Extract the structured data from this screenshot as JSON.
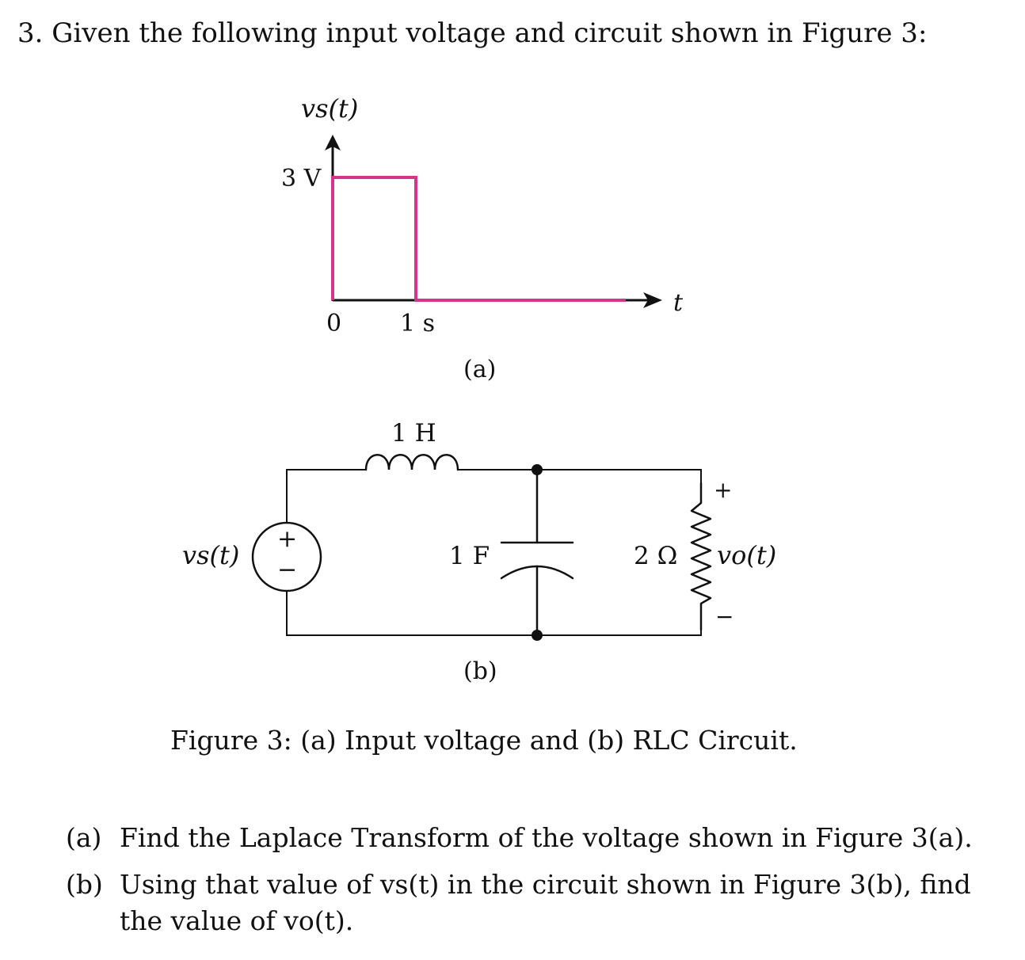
{
  "problem": {
    "heading": "3. Given the following input voltage and circuit shown in Figure 3:"
  },
  "figure_a": {
    "y_axis_label": "vs(t)",
    "x_axis_label": "t",
    "amplitude_label": "3 V",
    "tick_zero": "0",
    "tick_one": "1 s",
    "pulse_color": "#d6338a",
    "sublabel": "(a)",
    "signal": {
      "amplitude_V": 3,
      "start_s": 0,
      "end_s": 1
    }
  },
  "figure_b": {
    "source_label": "vs(t)",
    "inductor_label": "1 H",
    "capacitor_label": "1 F",
    "resistor_label": "2 Ω",
    "output_label": "vo(t)",
    "plus_sign": "+",
    "minus_sign": "−",
    "sublabel": "(b)"
  },
  "caption": "Figure 3: (a) Input voltage and (b) RLC Circuit.",
  "tasks": [
    {
      "label": "(a)",
      "text": "Find the Laplace Transform of the voltage shown in Figure 3(a)."
    },
    {
      "label": "(b)",
      "text": "Using that value of vs(t) in the circuit shown in Figure 3(b), find the value of vo(t)."
    }
  ]
}
